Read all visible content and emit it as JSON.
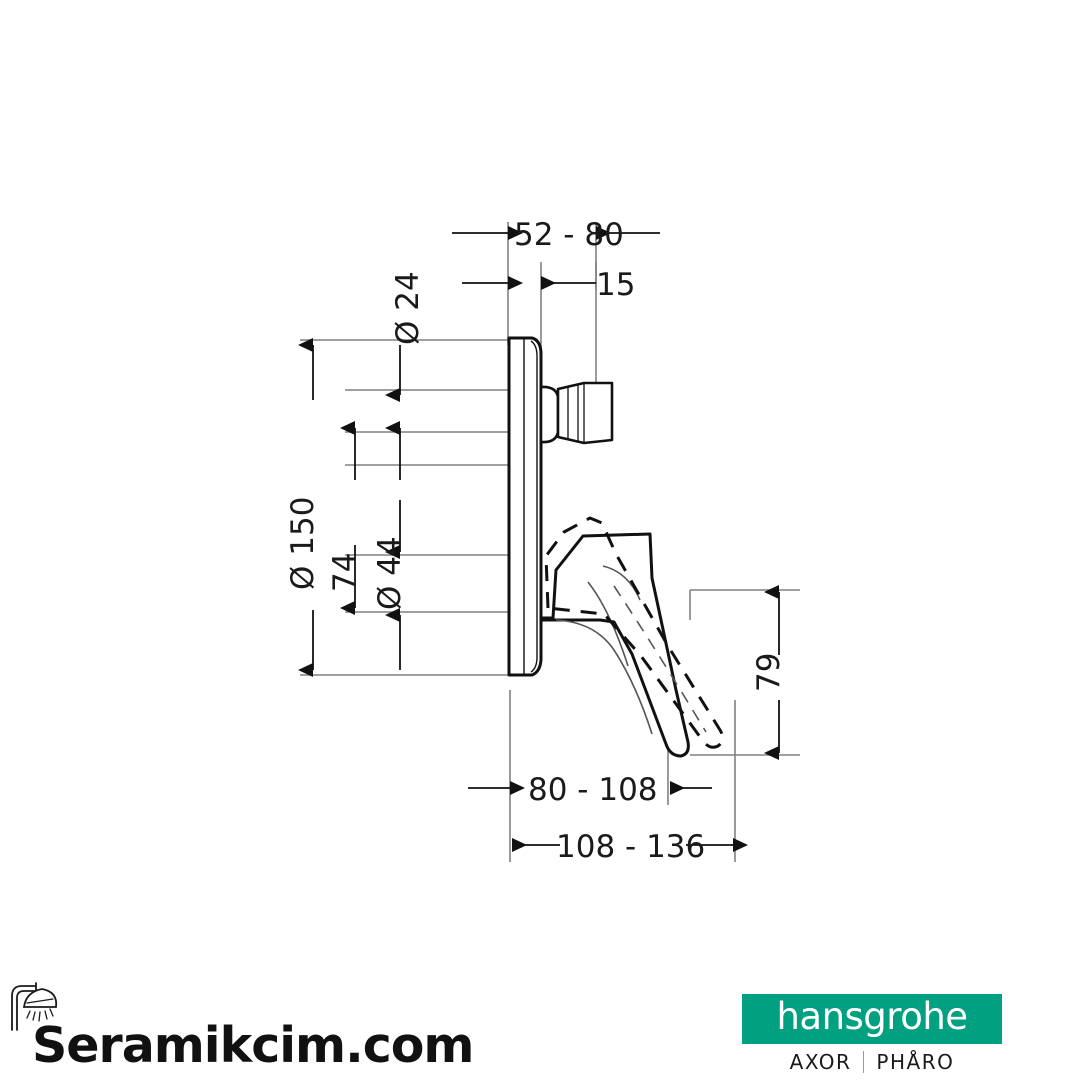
{
  "document": {
    "type": "technical-dimension-drawing",
    "subject": "Concealed single lever bath/shower mixer trim",
    "background_color": "#ffffff",
    "line_color": "#1a1a1a"
  },
  "dimensions": {
    "top_width": "52 - 80",
    "top_inner": "15",
    "diameter_small_top": "Ø 24",
    "height_outer": "Ø 150",
    "height_mid": "74",
    "diameter_mid": "Ø 44",
    "lever_drop": "79",
    "projection_inner": "80 - 108",
    "projection_outer": "108 - 136"
  },
  "watermark": {
    "text": "Seramikcim.com",
    "icon": "shower-head-icon"
  },
  "brand": {
    "name": "hansgrohe",
    "band_color": "#00a080",
    "sub_left": "AXOR",
    "sub_right": "PHÅRO"
  }
}
